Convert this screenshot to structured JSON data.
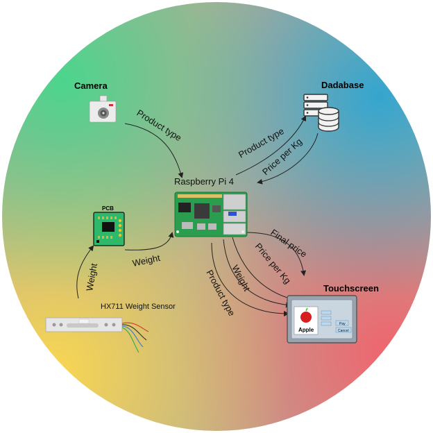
{
  "nodes": {
    "camera": "Camera",
    "database": "Dadabase",
    "raspberry": "Raspberry Pi 4",
    "pcb": "PCB",
    "hx711": "HX711 Weight Sensor",
    "touchscreen": "Touchscreen"
  },
  "edges": {
    "camera_to_pi": "Product type",
    "pi_to_db": "Product type",
    "db_to_pi": "Price per Kg",
    "sensor_to_pcb": "Weight",
    "pcb_to_pi": "Weight",
    "pi_to_screen_final": "Final price",
    "pi_to_screen_price": "Price per Kg",
    "pi_to_screen_weight": "Weight",
    "pi_to_screen_product": "Product type"
  },
  "screen_ui": {
    "item": "Apple",
    "pay_button": "Pay",
    "cancel_button": "Cancel"
  },
  "colors": {
    "arrow": "#222222",
    "pcb_green": "#2fb86a",
    "pi_green": "#1e8a3c"
  }
}
